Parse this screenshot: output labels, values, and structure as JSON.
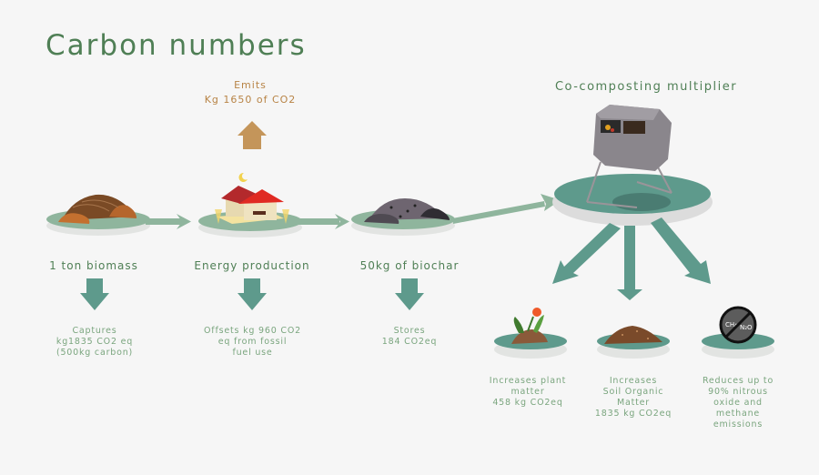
{
  "title": "Carbon numbers",
  "emits": {
    "line1": "Emits",
    "line2": "Kg 1650 of CO2"
  },
  "steps": [
    {
      "label": "1 ton biomass",
      "desc": [
        "Captures",
        "kg1835 CO2 eq",
        "(500kg carbon)"
      ],
      "icon": "biomass-pile-icon"
    },
    {
      "label": "Energy production",
      "desc": [
        "Offsets kg 960 CO2",
        "eq from fossil",
        "fuel use"
      ],
      "icon": "house-icon"
    },
    {
      "label": "50kg of biochar",
      "desc": [
        "Stores",
        "184 CO2eq"
      ],
      "icon": "biochar-pile-icon"
    }
  ],
  "multiplier": {
    "title": "Co-composting multiplier",
    "icon": "compost-tumbler-icon",
    "outcomes": [
      {
        "desc": [
          "Increases plant",
          "matter",
          "458 kg CO2eq"
        ],
        "icon": "plant-icon"
      },
      {
        "desc": [
          "Increases",
          "Soil Organic",
          "Matter",
          "1835 kg CO2eq"
        ],
        "icon": "soil-icon"
      },
      {
        "desc": [
          "Reduces up to",
          "90% nitrous",
          "oxide and",
          "methane",
          "emissions"
        ],
        "icon": "no-emissions-icon",
        "gases": [
          "CH4",
          "N2O"
        ]
      }
    ]
  },
  "colors": {
    "title": "#4f7f55",
    "accent": "#5e9a8c",
    "emit": "#c4955a",
    "platter": "#8fb59d",
    "text": "#7aa57e"
  }
}
